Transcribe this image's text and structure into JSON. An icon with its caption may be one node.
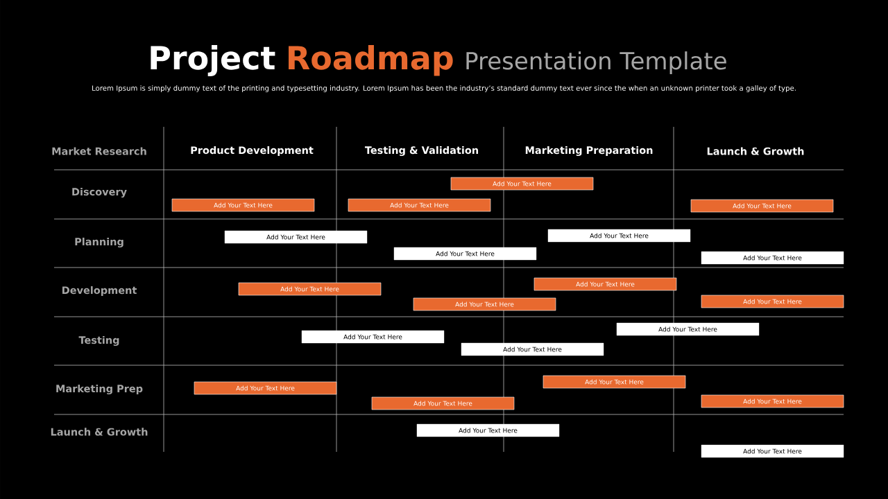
{
  "diagram": {
    "nodes": [
      {
        "text": [
          "Add Your Text Here"
        ]
      },
      {
        "text": [
          "Add Your Text Here"
        ]
      },
      {
        "text": [
          "Add Your Text Here"
        ]
      },
      {
        "text": [
          "Add Your Text Here"
        ]
      },
      {
        "text": [
          "Add Your Text Here"
        ]
      },
      {
        "text": [
          "Add Your Text Here"
        ]
      },
      {
        "text": [
          "Add Your Text Here"
        ]
      },
      {
        "text": [
          "Add Your Text Here"
        ]
      },
      {
        "text": [
          "Add Your Text Here"
        ]
      },
      {
        "text": [
          "Add Your Text Here"
        ]
      },
      {
        "text": [
          "Add Your Text Here"
        ]
      },
      {
        "text": [
          "Add Your Text Here"
        ]
      },
      {
        "text": [
          "Add Your Text Here"
        ]
      },
      {
        "text": [
          "Add Your Text Here"
        ]
      },
      {
        "text": [
          "Add Your Text Here"
        ]
      },
      {
        "text": [
          "Add Your Text Here"
        ]
      },
      {
        "text": [
          "Add Your Text Here"
        ]
      },
      {
        "text": [
          "Add Your Text Here"
        ]
      },
      {
        "text": [
          "Add Your Text Here"
        ]
      },
      {
        "text": [
          "Add Your Text Here"
        ]
      },
      {
        "text": [
          "Add Your Text Here"
        ]
      }
    ],
    "labels": [
      "Project",
      "Roadmap",
      "Presentation Template",
      "Lorem Ipsum is simply dummy text of the printing and typesetting industry. Lorem Ipsum has been the industry’s standard dummy text ever since the when an unknown printer took a galley of type.",
      "Market Research",
      "Product Development",
      "Testing & Validation",
      "Marketing Preparation",
      "Launch & Growth",
      "Discovery",
      "Planning",
      "Development",
      "Testing",
      "Marketing Prep",
      "Launch & Growth"
    ]
  }
}
